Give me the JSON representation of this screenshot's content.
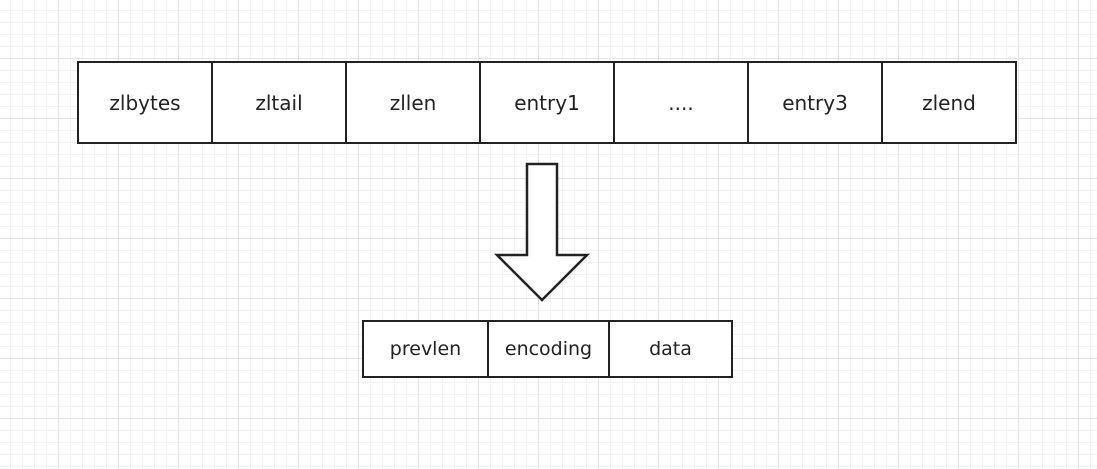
{
  "ziplist": {
    "fields": [
      "zlbytes",
      "zltail",
      "zllen",
      "entry1",
      "....",
      "entry3",
      "zlend"
    ]
  },
  "entry": {
    "fields": [
      "prevlen",
      "encoding",
      "data"
    ]
  },
  "colors": {
    "stroke": "#222222",
    "background": "#ffffff",
    "grid_major": "#e3e3e3",
    "grid_minor": "#f3f3f3"
  }
}
